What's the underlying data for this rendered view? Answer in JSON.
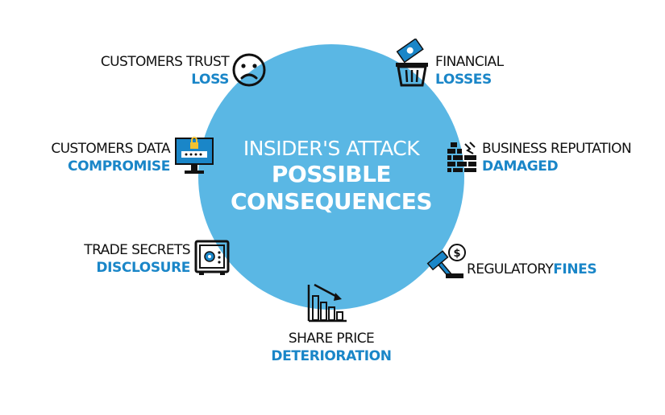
{
  "center": {
    "line1": "INSIDER'S ATTACK",
    "line2": "POSSIBLE",
    "line3": "CONSEQUENCES"
  },
  "items": [
    {
      "line1": "CUSTOMERS TRUST",
      "line2": "LOSS",
      "icon": "sad-face-icon"
    },
    {
      "line1": "FINANCIAL",
      "line2": "LOSSES",
      "icon": "money-basket-icon"
    },
    {
      "line1": "CUSTOMERS DATA",
      "line2": "COMPROMISE",
      "icon": "locked-monitor-icon"
    },
    {
      "line1": "BUSINESS REPUTATION",
      "line2": "DAMAGED",
      "icon": "broken-wall-icon"
    },
    {
      "line1": "TRADE SECRETS",
      "line2": "DISCLOSURE",
      "icon": "safe-icon"
    },
    {
      "line1": "REGULATORY",
      "line2": "FINES",
      "icon": "gavel-fine-icon"
    },
    {
      "line1": "SHARE PRICE",
      "line2": "DETERIORATION",
      "icon": "declining-chart-icon"
    }
  ],
  "colors": {
    "circle": "#5ab7e4",
    "accent": "#1a86c8",
    "text": "#111111"
  }
}
